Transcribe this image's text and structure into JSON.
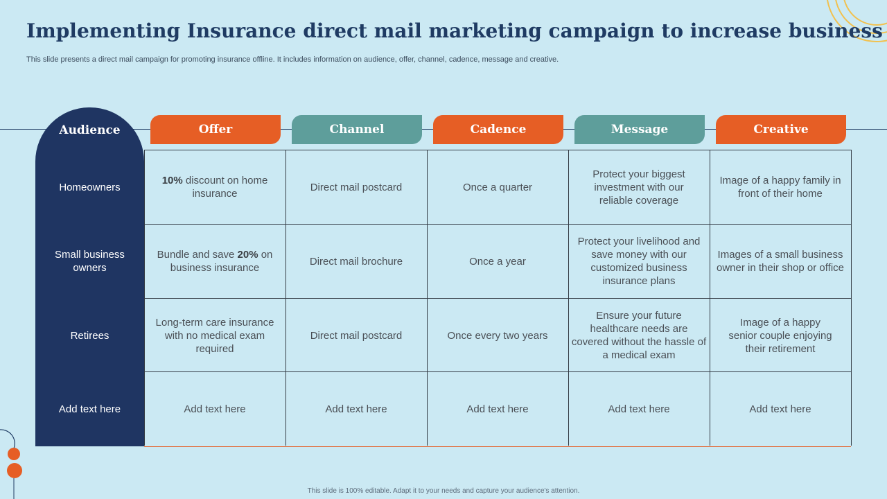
{
  "header": {
    "title": "Implementing Insurance direct mail marketing campaign to increase business",
    "subtitle": "This slide presents a direct mail campaign for promoting insurance offline. It includes information on audience, offer, channel, cadence, message and creative."
  },
  "table": {
    "audience_header": "Audience",
    "columns": [
      "Offer",
      "Channel",
      "Cadence",
      "Message",
      "Creative"
    ],
    "rows": [
      {
        "audience": "Homeowners",
        "offer": {
          "bold": "10%",
          "pre": "",
          "post": " discount on home insurance"
        },
        "channel": "Direct mail postcard",
        "cadence": "Once a quarter",
        "message": "Protect your biggest investment with our reliable coverage",
        "creative": "Image of a happy family in front of their home"
      },
      {
        "audience": "Small business owners",
        "offer": {
          "bold": "20%",
          "pre": "Bundle and save ",
          "post": " on business insurance"
        },
        "channel": "Direct mail brochure",
        "cadence": "Once a year",
        "message": "Protect your livelihood and save money with our customized business insurance plans",
        "creative": "Images of a small business owner in their shop or office"
      },
      {
        "audience": "Retirees",
        "offer": {
          "bold": "",
          "pre": "Long-term care insurance with no medical exam required",
          "post": ""
        },
        "channel": "Direct mail postcard",
        "cadence": "Once every two years",
        "message": "Ensure your future healthcare needs are covered without the hassle of a medical exam",
        "creative": "Image of a happy senior couple enjoying their retirement"
      },
      {
        "audience": "Add text here",
        "offer": {
          "bold": "",
          "pre": "Add text here",
          "post": ""
        },
        "channel": "Add text here",
        "cadence": "Add text here",
        "message": "Add text here",
        "creative": "Add text here"
      }
    ]
  },
  "footer": "This slide is 100% editable.  Adapt it to your needs and capture your audience's attention.",
  "colors": {
    "background": "#cbe9f3",
    "navy": "#1f3562",
    "orange": "#e65e25",
    "teal": "#5e9e9b",
    "gold": "#f2c14e"
  }
}
